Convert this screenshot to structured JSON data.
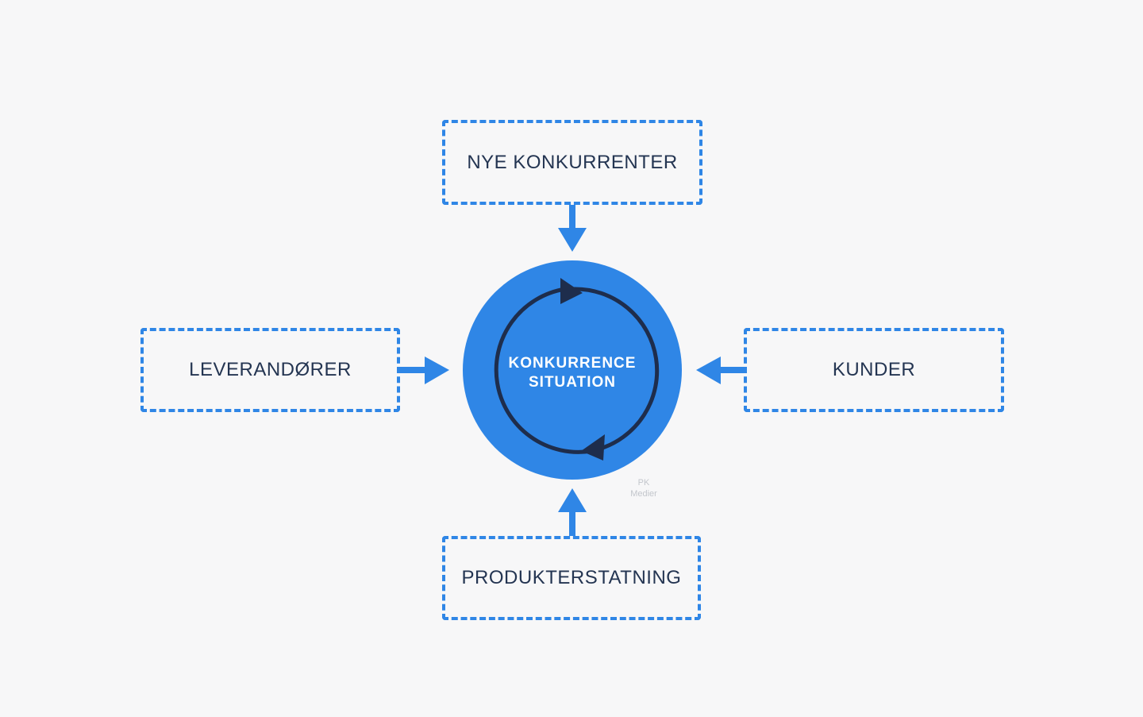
{
  "diagram": {
    "center": {
      "line1": "KONKURRENCE",
      "line2": "SITUATION"
    },
    "forces": {
      "top": "NYE KONKURRENTER",
      "left": "LEVERANDØRER",
      "right": "KUNDER",
      "bottom": "PRODUKTERSTATNING"
    },
    "watermark": {
      "line1": "PK",
      "line2": "Medier"
    }
  },
  "colors": {
    "background": "#f7f7f8",
    "accent": "#2f86e6",
    "circle_fill": "#2f86e6",
    "cycle_arrows": "#1e2d4c",
    "text": "#243552",
    "watermark": "#c3c6cc"
  },
  "icons": {
    "center": "cycle-arrows-icon",
    "connectors": "arrow-icon"
  }
}
